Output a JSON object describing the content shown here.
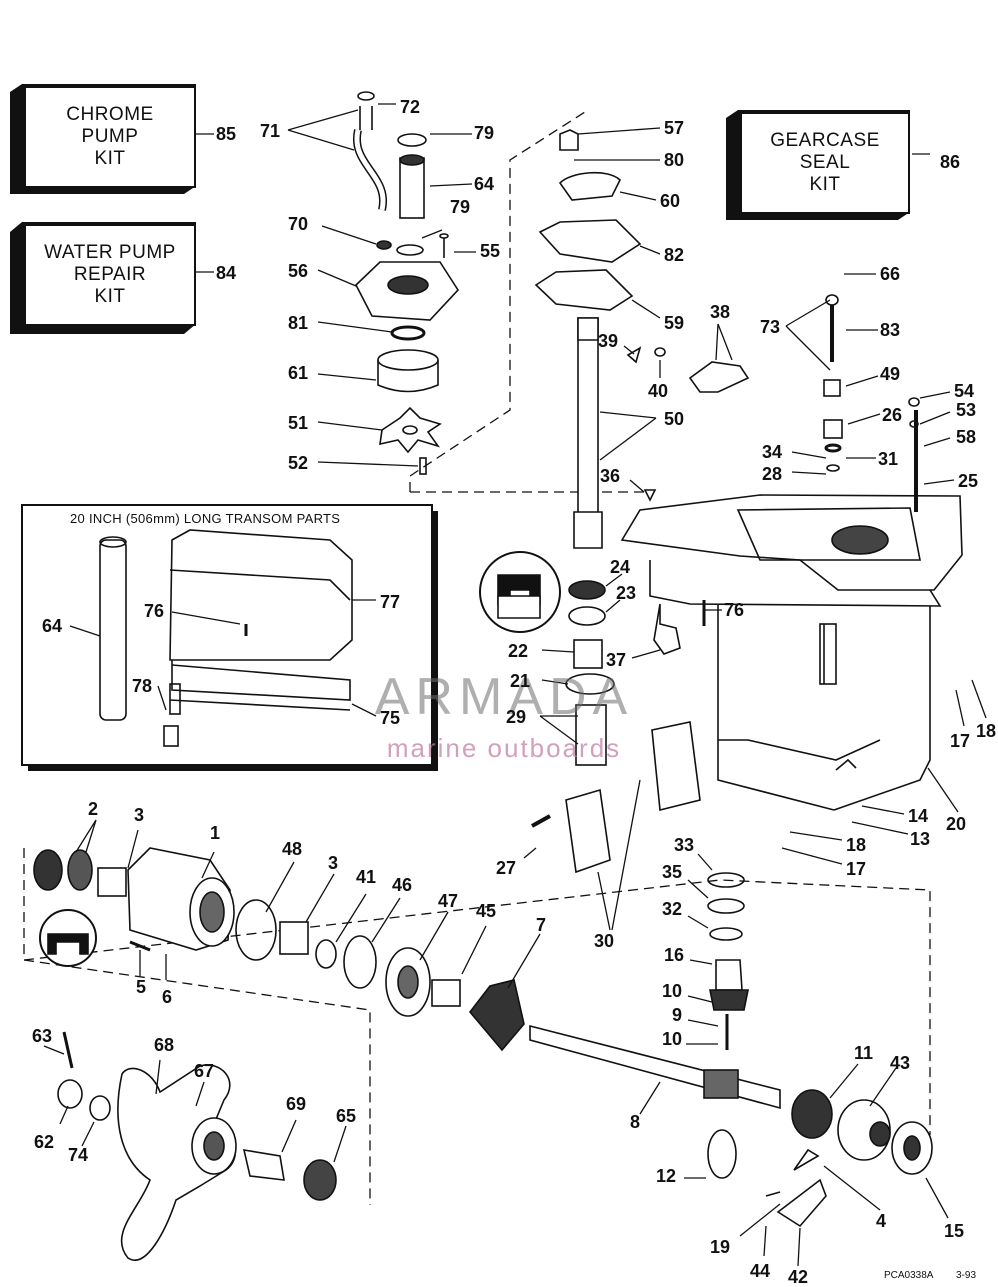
{
  "kits": {
    "chrome_pump": {
      "label": "CHROME\nPUMP\nKIT",
      "number": "85"
    },
    "water_pump_repair": {
      "label": "WATER PUMP\nREPAIR\nKIT",
      "number": "84"
    },
    "gearcase_seal": {
      "label": "GEARCASE\nSEAL\nKIT",
      "number": "86"
    }
  },
  "inset": {
    "title": "20 INCH (506mm) LONG TRANSOM PARTS"
  },
  "watermark": {
    "brand": "ARMADA",
    "tagline": "marine outboards"
  },
  "footer": {
    "code": "PCA0338A",
    "date": "3-93"
  },
  "callouts": {
    "c72": "72",
    "c71": "71",
    "c79a": "79",
    "c64": "64",
    "c70": "70",
    "c79b": "79",
    "c55": "55",
    "c56": "56",
    "c81": "81",
    "c61": "61",
    "c51": "51",
    "c52": "52",
    "c57": "57",
    "c80": "80",
    "c60": "60",
    "c82": "82",
    "c59": "59",
    "c39": "39",
    "c40": "40",
    "c38": "38",
    "c50": "50",
    "c36": "36",
    "c66": "66",
    "c73": "73",
    "c83": "83",
    "c49": "49",
    "c54": "54",
    "c53": "53",
    "c26": "26",
    "c58": "58",
    "c34": "34",
    "c31": "31",
    "c28": "28",
    "c25": "25",
    "c24": "24",
    "c23": "23",
    "c22": "22",
    "c37": "37",
    "c21": "21",
    "c29": "29",
    "c76a": "76",
    "c77": "77",
    "c76b": "76",
    "c64b": "64",
    "c78": "78",
    "c75": "75",
    "c17a": "17",
    "c18a": "18",
    "c20": "20",
    "c14": "14",
    "c13": "13",
    "c18b": "18",
    "c17b": "17",
    "c27": "27",
    "c30": "30",
    "c33": "33",
    "c35": "35",
    "c32": "32",
    "c16": "16",
    "c10a": "10",
    "c9": "9",
    "c10b": "10",
    "c2": "2",
    "c3a": "3",
    "c1": "1",
    "c48": "48",
    "c3b": "3",
    "c41": "41",
    "c46": "46",
    "c47": "47",
    "c45": "45",
    "c7": "7",
    "c5": "5",
    "c6": "6",
    "c63": "63",
    "c68": "68",
    "c67": "67",
    "c62": "62",
    "c74": "74",
    "c69": "69",
    "c65": "65",
    "c8": "8",
    "c11": "11",
    "c43": "43",
    "c12": "12",
    "c4": "4",
    "c15": "15",
    "c19": "19",
    "c44": "44",
    "c42": "42"
  }
}
